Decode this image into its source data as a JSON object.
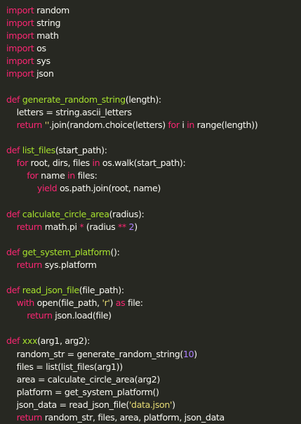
{
  "colors": {
    "background": "#272822",
    "text": "#f8f8f2",
    "keyword": "#f92672",
    "function": "#a6e22e",
    "number": "#ae81ff",
    "string": "#e6db74"
  },
  "code_lines": [
    [
      {
        "t": "kw",
        "v": "import"
      },
      {
        "t": "txt",
        "v": " random"
      }
    ],
    [
      {
        "t": "kw",
        "v": "import"
      },
      {
        "t": "txt",
        "v": " string"
      }
    ],
    [
      {
        "t": "kw",
        "v": "import"
      },
      {
        "t": "txt",
        "v": " math"
      }
    ],
    [
      {
        "t": "kw",
        "v": "import"
      },
      {
        "t": "txt",
        "v": " os"
      }
    ],
    [
      {
        "t": "kw",
        "v": "import"
      },
      {
        "t": "txt",
        "v": " sys"
      }
    ],
    [
      {
        "t": "kw",
        "v": "import"
      },
      {
        "t": "txt",
        "v": " json"
      }
    ],
    [],
    [
      {
        "t": "kw",
        "v": "def"
      },
      {
        "t": "txt",
        "v": " "
      },
      {
        "t": "fn",
        "v": "generate_random_string"
      },
      {
        "t": "txt",
        "v": "(length):"
      }
    ],
    [
      {
        "t": "txt",
        "v": "    letters = string.ascii_letters"
      }
    ],
    [
      {
        "t": "txt",
        "v": "    "
      },
      {
        "t": "kw",
        "v": "return"
      },
      {
        "t": "txt",
        "v": " "
      },
      {
        "t": "str",
        "v": "''"
      },
      {
        "t": "txt",
        "v": ".join(random.choice(letters) "
      },
      {
        "t": "kw",
        "v": "for"
      },
      {
        "t": "txt",
        "v": " i "
      },
      {
        "t": "kw",
        "v": "in"
      },
      {
        "t": "txt",
        "v": " range(length))"
      }
    ],
    [],
    [
      {
        "t": "kw",
        "v": "def"
      },
      {
        "t": "txt",
        "v": " "
      },
      {
        "t": "fn",
        "v": "list_files"
      },
      {
        "t": "txt",
        "v": "(start_path):"
      }
    ],
    [
      {
        "t": "txt",
        "v": "    "
      },
      {
        "t": "kw",
        "v": "for"
      },
      {
        "t": "txt",
        "v": " root, dirs, files "
      },
      {
        "t": "kw",
        "v": "in"
      },
      {
        "t": "txt",
        "v": " os.walk(start_path):"
      }
    ],
    [
      {
        "t": "txt",
        "v": "        "
      },
      {
        "t": "kw",
        "v": "for"
      },
      {
        "t": "txt",
        "v": " name "
      },
      {
        "t": "kw",
        "v": "in"
      },
      {
        "t": "txt",
        "v": " files:"
      }
    ],
    [
      {
        "t": "txt",
        "v": "            "
      },
      {
        "t": "kw",
        "v": "yield"
      },
      {
        "t": "txt",
        "v": " os.path.join(root, name)"
      }
    ],
    [],
    [
      {
        "t": "kw",
        "v": "def"
      },
      {
        "t": "txt",
        "v": " "
      },
      {
        "t": "fn",
        "v": "calculate_circle_area"
      },
      {
        "t": "txt",
        "v": "(radius):"
      }
    ],
    [
      {
        "t": "txt",
        "v": "    "
      },
      {
        "t": "kw",
        "v": "return"
      },
      {
        "t": "txt",
        "v": " math.pi "
      },
      {
        "t": "op",
        "v": "*"
      },
      {
        "t": "txt",
        "v": " (radius "
      },
      {
        "t": "op",
        "v": "**"
      },
      {
        "t": "txt",
        "v": " "
      },
      {
        "t": "num",
        "v": "2"
      },
      {
        "t": "txt",
        "v": ")"
      }
    ],
    [],
    [
      {
        "t": "kw",
        "v": "def"
      },
      {
        "t": "txt",
        "v": " "
      },
      {
        "t": "fn",
        "v": "get_system_platform"
      },
      {
        "t": "txt",
        "v": "():"
      }
    ],
    [
      {
        "t": "txt",
        "v": "    "
      },
      {
        "t": "kw",
        "v": "return"
      },
      {
        "t": "txt",
        "v": " sys.platform"
      }
    ],
    [],
    [
      {
        "t": "kw",
        "v": "def"
      },
      {
        "t": "txt",
        "v": " "
      },
      {
        "t": "fn",
        "v": "read_json_file"
      },
      {
        "t": "txt",
        "v": "(file_path):"
      }
    ],
    [
      {
        "t": "txt",
        "v": "    "
      },
      {
        "t": "kw",
        "v": "with"
      },
      {
        "t": "txt",
        "v": " open(file_path, "
      },
      {
        "t": "str",
        "v": "'r'"
      },
      {
        "t": "txt",
        "v": ") "
      },
      {
        "t": "kw",
        "v": "as"
      },
      {
        "t": "txt",
        "v": " file:"
      }
    ],
    [
      {
        "t": "txt",
        "v": "        "
      },
      {
        "t": "kw",
        "v": "return"
      },
      {
        "t": "txt",
        "v": " json.load(file)"
      }
    ],
    [],
    [
      {
        "t": "kw",
        "v": "def"
      },
      {
        "t": "txt",
        "v": " "
      },
      {
        "t": "fn",
        "v": "xxx"
      },
      {
        "t": "txt",
        "v": "(arg1, arg2):"
      }
    ],
    [
      {
        "t": "txt",
        "v": "    random_str = generate_random_string("
      },
      {
        "t": "num",
        "v": "10"
      },
      {
        "t": "txt",
        "v": ")"
      }
    ],
    [
      {
        "t": "txt",
        "v": "    files = list(list_files(arg1))"
      }
    ],
    [
      {
        "t": "txt",
        "v": "    area = calculate_circle_area(arg2)"
      }
    ],
    [
      {
        "t": "txt",
        "v": "    platform = get_system_platform()"
      }
    ],
    [
      {
        "t": "txt",
        "v": "    json_data = read_json_file("
      },
      {
        "t": "str",
        "v": "'data.json'"
      },
      {
        "t": "txt",
        "v": ")"
      }
    ],
    [
      {
        "t": "txt",
        "v": "    "
      },
      {
        "t": "kw",
        "v": "return"
      },
      {
        "t": "txt",
        "v": " random_str, files, area, platform, json_data"
      }
    ]
  ]
}
